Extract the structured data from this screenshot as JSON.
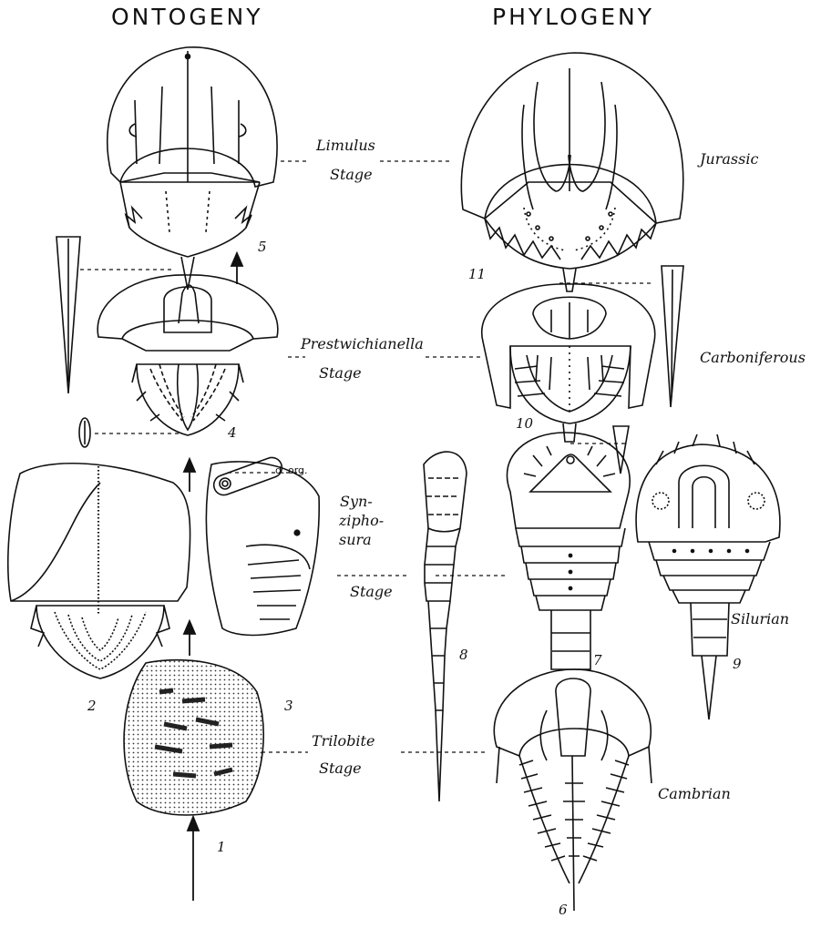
{
  "headers": {
    "left": "ONTOGENY",
    "right": "PHYLOGENY"
  },
  "stages": {
    "limulus": [
      "Limulus",
      "Stage"
    ],
    "prestwichianella": [
      "Prestwichianella",
      "Stage"
    ],
    "synziphosura": [
      "Syn-",
      "zipho-",
      "sura",
      "Stage"
    ],
    "trilobite": [
      "Trilobite",
      "Stage"
    ]
  },
  "periods": {
    "jurassic": "Jurassic",
    "carboniferous": "Carboniferous",
    "silurian": "Silurian",
    "cambrian": "Cambrian"
  },
  "annotation": "d. org.",
  "figure_numbers": [
    "1",
    "2",
    "3",
    "4",
    "5",
    "6",
    "7",
    "8",
    "9",
    "10",
    "11"
  ]
}
